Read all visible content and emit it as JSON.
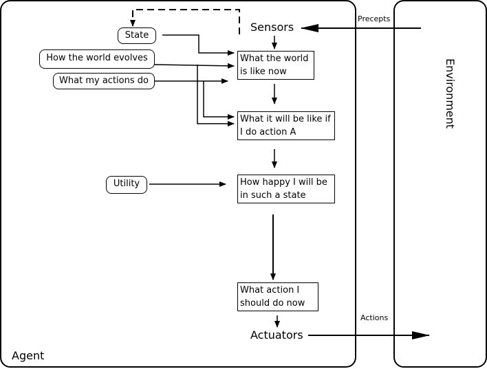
{
  "agent": {
    "label": "Agent"
  },
  "environment": {
    "label": "Environment"
  },
  "sensors": "Sensors",
  "actuators": "Actuators",
  "percepts": "Precepts",
  "actions": "Actions",
  "inputs": {
    "state": "State",
    "world_evolves": "How the world evolves",
    "my_actions": "What my actions do",
    "utility": "Utility"
  },
  "steps": {
    "world_now": "What the world\nis like now",
    "if_action": "What it will be like if\nI do action A",
    "happy": "How happy I will be\nin such a state",
    "action": "What action I\nshould do now"
  }
}
